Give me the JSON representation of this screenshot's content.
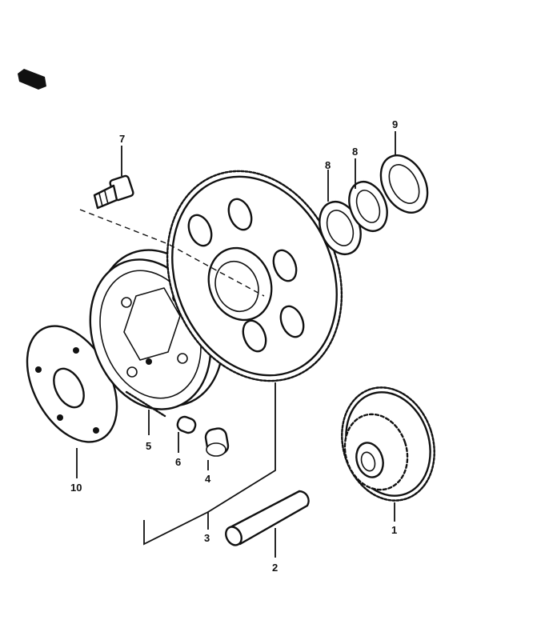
{
  "callouts": {
    "p1": "1",
    "p2": "2",
    "p3": "3",
    "p4": "4",
    "p5": "5",
    "p6": "6",
    "p7": "7",
    "p8a": "8",
    "p8b": "8",
    "p9": "9",
    "p10": "10"
  },
  "colors": {
    "ink": "#111111",
    "paper": "#ffffff"
  },
  "icons": {
    "orientation_marker": "front-arrow-icon"
  }
}
